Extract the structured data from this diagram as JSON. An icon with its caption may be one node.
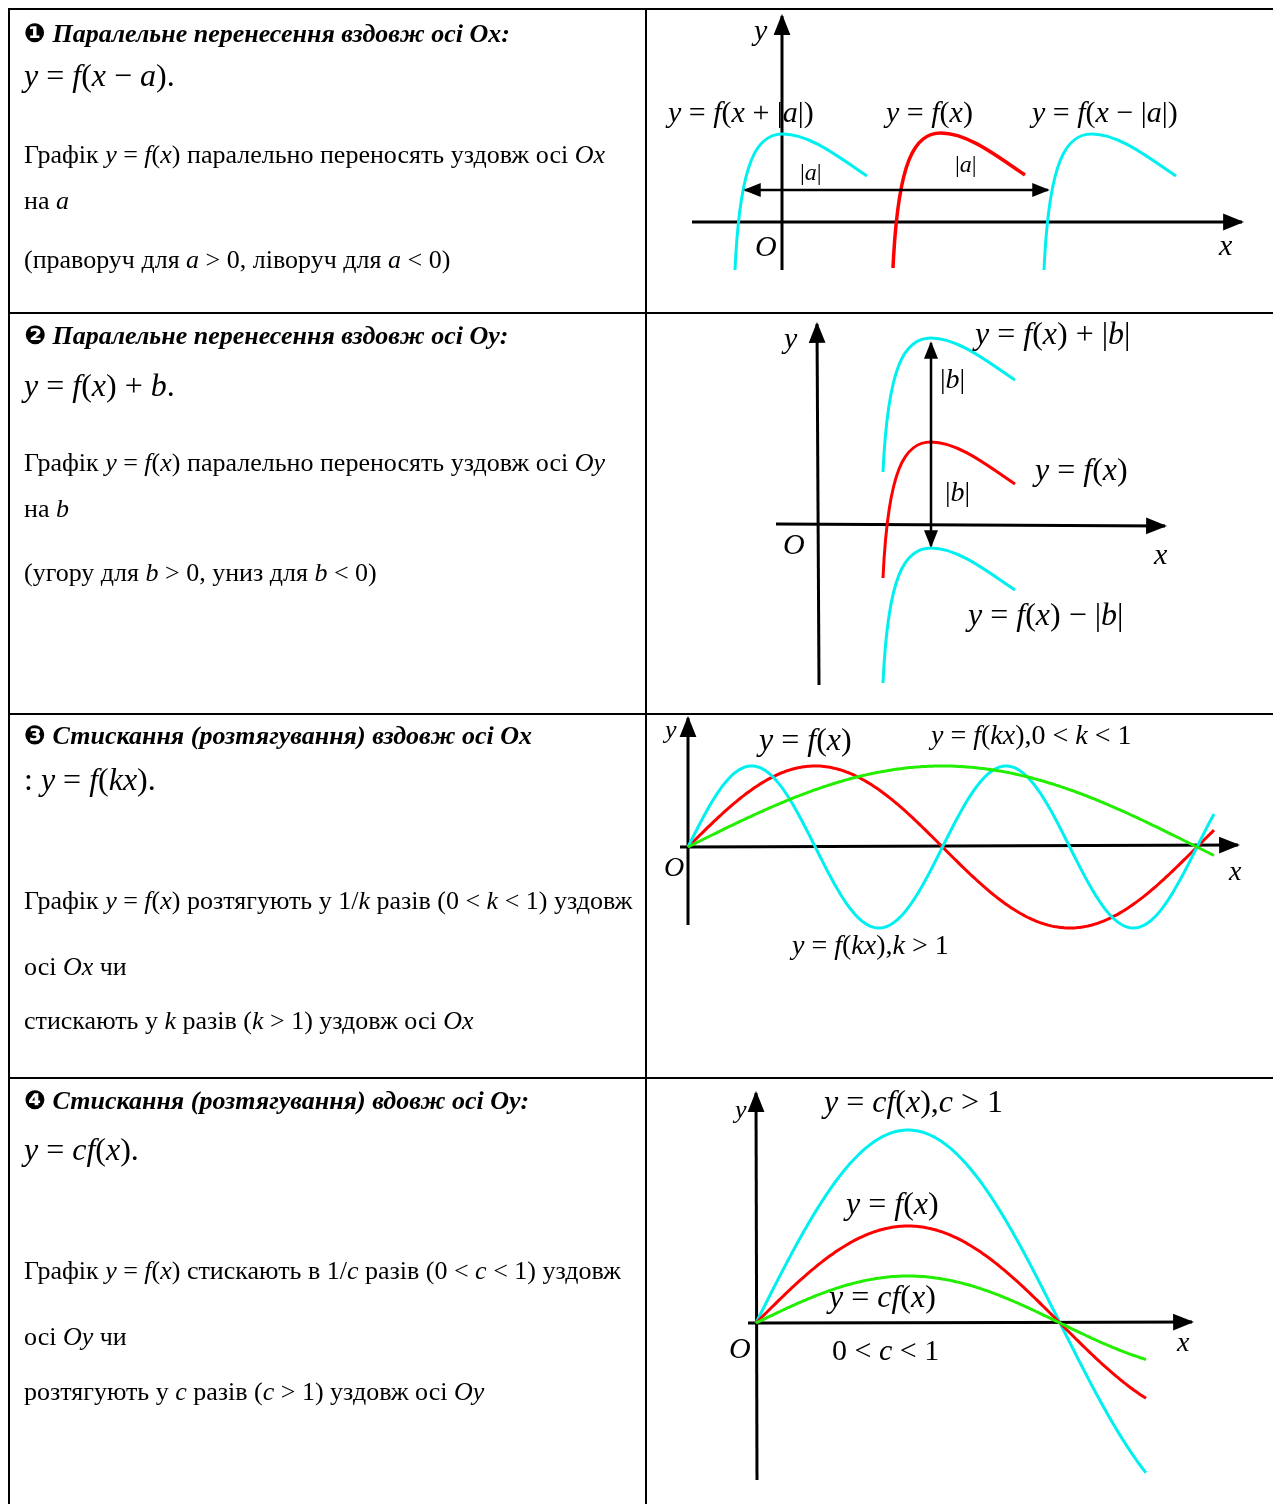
{
  "diagram": {
    "labels": [
      "❶ Паралельне перенесення вздовж осі Ox:",
      "*y* = *f*(*x* − *a*).",
      "Графік *y* = *f*(*x*) паралельно переносять уздовж осі *Ox* на *a*",
      "(праворуч для *a* > 0, ліворуч для *a* < 0)",
      "*y*",
      "*y* = *f*(*x* + |*a*|)",
      "*y* = *f*(*x*)",
      "*y* = *f*(*x* − |*a*|)",
      "|*a*|",
      "|*a*|",
      "*O*",
      "*x*",
      "❷ Паралельне перенесення вздовж осі Oy:",
      "*y* = *f*(*x*) + *b*.",
      "Графік *y* = *f*(*x*) паралельно переносять уздовж осі *Oy* на *b*",
      "(угору для *b* > 0, униз для *b* < 0)",
      "*y*",
      "*y* = *f*(*x*) + |*b*|",
      "|*b*|",
      "*y* = *f*(*x*)",
      "|*b*|",
      "*O*",
      "*x*",
      "*y* = *f*(*x*) − |*b*|",
      "❸ Стискання (розтягування) вздовж осі Ox",
      ": *y* = *f*(*kx*).",
      "Графік *y* = *f*(*x*) розтягують у 1/*k* разів (0 < *k* < 1) уздовж осі *Ox* чи",
      "стискають у *k* разів (*k* > 1) уздовж осі *Ox*",
      "*y*",
      "*y* = *f*(*x*)",
      "*y* = *f*(*kx*),0 < *k* < 1",
      "*O*",
      "*x*",
      "*y* = *f*(*kx*),*k* > 1",
      "❹ Стискання (розтягування) вдовж осі Oy:",
      "*y* = *cf*(*x*).",
      "Графік *y* = *f*(*x*) стискають в 1/*c* разів (0 < *c* < 1) уздовж осі *Oy* чи",
      "розтягують у *c* разів (*c* > 1) уздовж осі *Oy*",
      "*y*",
      "*y* = *cf*(*x*),*c* > 1",
      "*y* = *f*(*x*)",
      "*y* = *cf*(*x*)",
      "*O*",
      "0 < *c* < 1",
      "*x*"
    ]
  }
}
